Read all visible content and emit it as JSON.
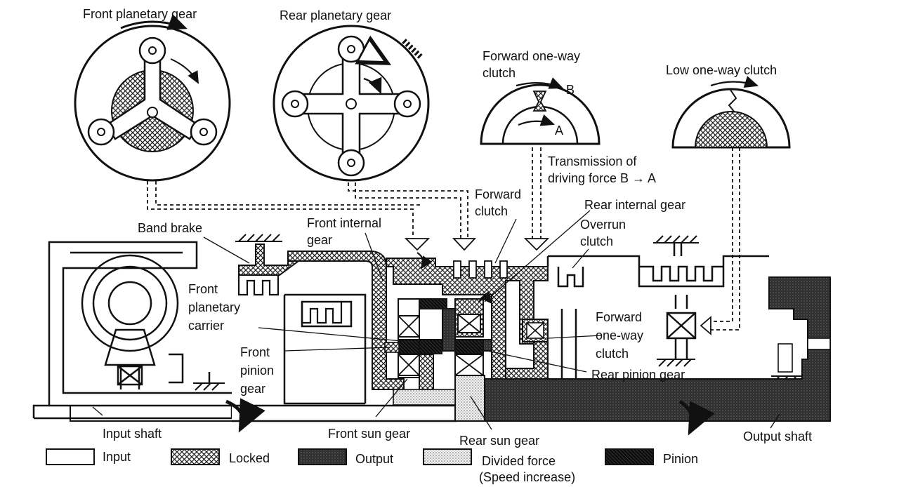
{
  "labels": {
    "front_planetary_gear": "Front planetary gear",
    "rear_planetary_gear": "Rear planetary gear",
    "forward_one_way_clutch_top": [
      "Forward one-way",
      "clutch"
    ],
    "low_one_way_clutch": "Low one-way clutch",
    "point_b": "B",
    "point_a": "A",
    "transmission_note": [
      "Transmission of",
      "driving force B → A"
    ],
    "forward_clutch": [
      "Forward",
      "clutch"
    ],
    "rear_internal_gear": "Rear internal gear",
    "overrun_clutch": [
      "Overrun",
      "clutch"
    ],
    "band_brake": "Band brake",
    "front_internal_gear": [
      "Front internal",
      "gear"
    ],
    "front_planetary_carrier": [
      "Front",
      "planetary",
      "carrier"
    ],
    "front_pinion_gear": [
      "Front",
      "pinion",
      "gear"
    ],
    "forward_one_way_clutch_body": [
      "Forward",
      "one-way",
      "clutch"
    ],
    "rear_pinion_gear": "Rear pinion gear",
    "input_shaft": "Input shaft",
    "front_sun_gear": "Front sun gear",
    "rear_sun_gear": "Rear sun gear",
    "output_shaft": "Output shaft"
  },
  "legend": [
    {
      "label": "Input",
      "pattern": "input",
      "color": "#ffffff"
    },
    {
      "label": "Locked",
      "pattern": "locked",
      "color": "#444444"
    },
    {
      "label": "Output",
      "pattern": "output",
      "color": "#3a3a3a"
    },
    {
      "label": "Divided force",
      "label2": "(Speed increase)",
      "pattern": "divided",
      "color": "#d8d8d8"
    },
    {
      "label": "Pinion",
      "pattern": "pinion",
      "color": "#151515"
    }
  ]
}
